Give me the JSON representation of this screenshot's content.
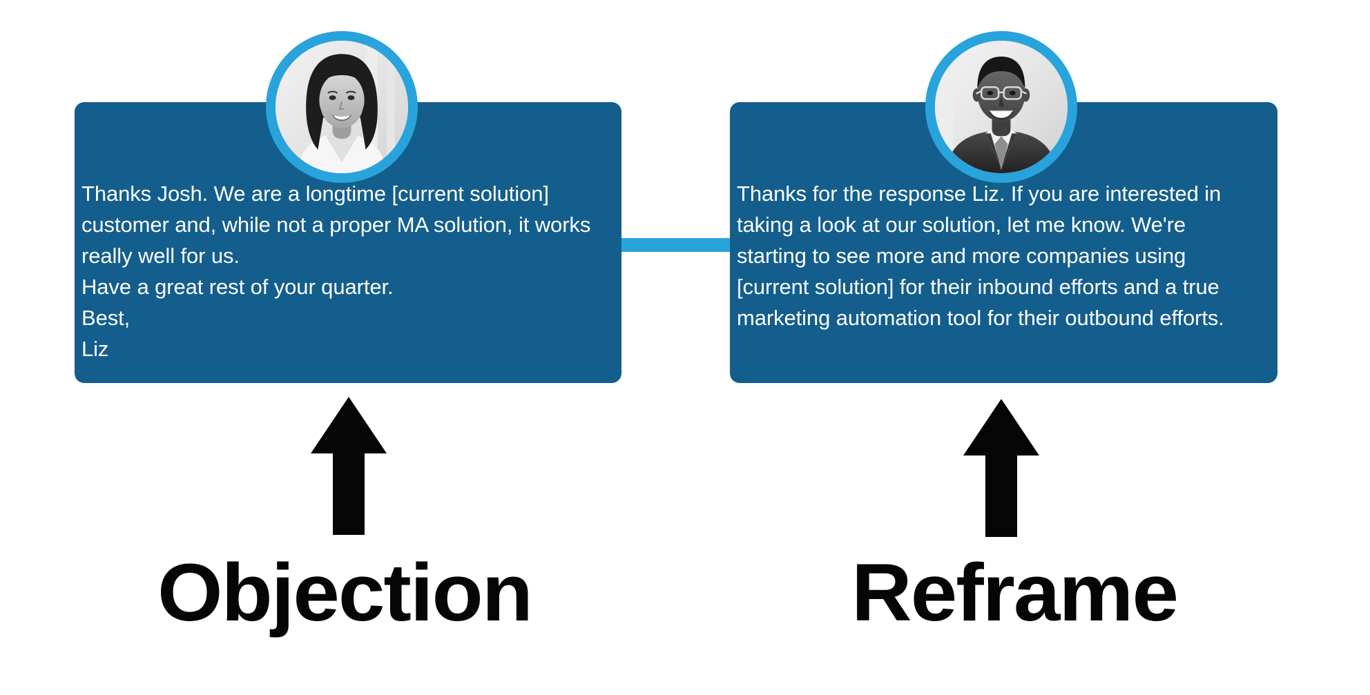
{
  "colors": {
    "card_blue": "#135e8c",
    "accent_blue": "#29a3dc",
    "label_black": "#050505",
    "background": "#ffffff",
    "text_white": "#ffffff"
  },
  "left_panel": {
    "avatar_name": "avatar-woman-photo",
    "message": "Thanks Josh. We are a longtime [current solution] customer and, while not a proper MA solution, it works really well for us.\nHave a great rest of your quarter.\nBest,\nLiz",
    "arrow_name": "up-arrow-icon",
    "label": "Objection"
  },
  "right_panel": {
    "avatar_name": "avatar-man-photo",
    "message": "Thanks for the response Liz. If you are interested in taking a look at our solution, let me know. We're starting to see more and more companies using [current solution] for their inbound efforts and a true marketing automation tool for their outbound efforts.",
    "arrow_name": "up-arrow-icon",
    "label": "Reframe"
  },
  "connector": {
    "name": "connector-line"
  }
}
